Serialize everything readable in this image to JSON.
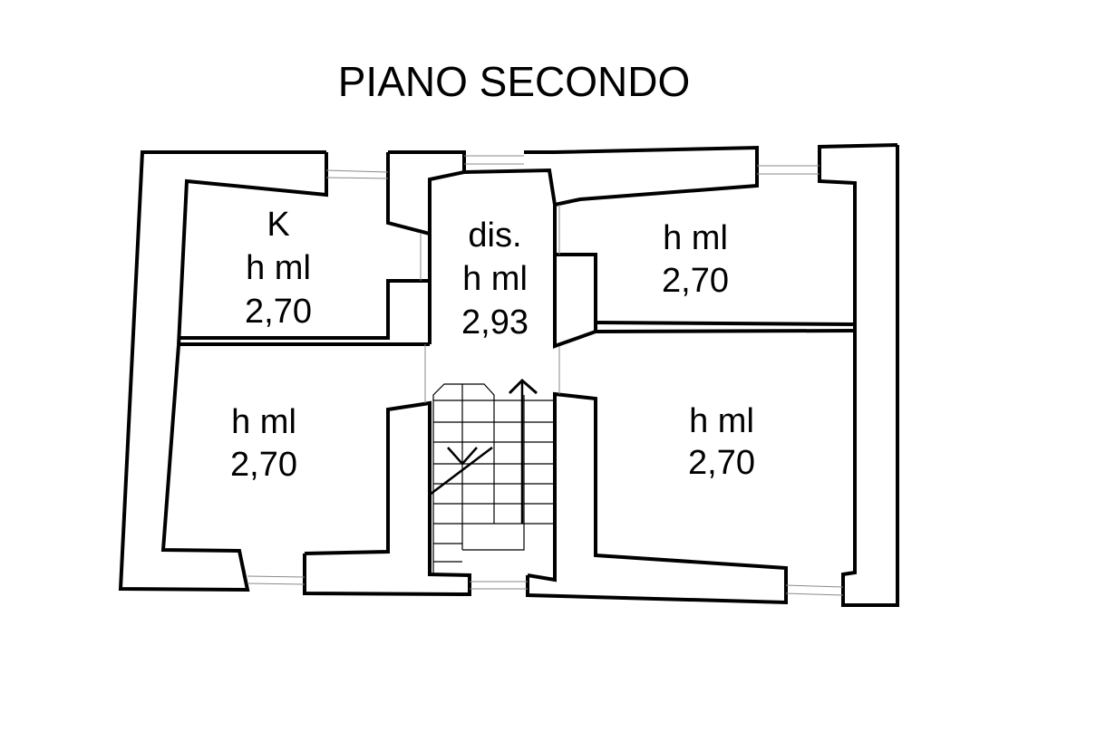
{
  "title": "PIANO SECONDO",
  "rooms": [
    {
      "name": "K",
      "height_label": "h ml",
      "height_value": "2,70"
    },
    {
      "name": "dis.",
      "height_label": "h ml",
      "height_value": "2,93"
    },
    {
      "name": "",
      "height_label": "h ml",
      "height_value": "2,70"
    },
    {
      "name": "",
      "height_label": "h ml",
      "height_value": "2,70"
    },
    {
      "name": "",
      "height_label": "h ml",
      "height_value": "2,70"
    }
  ]
}
